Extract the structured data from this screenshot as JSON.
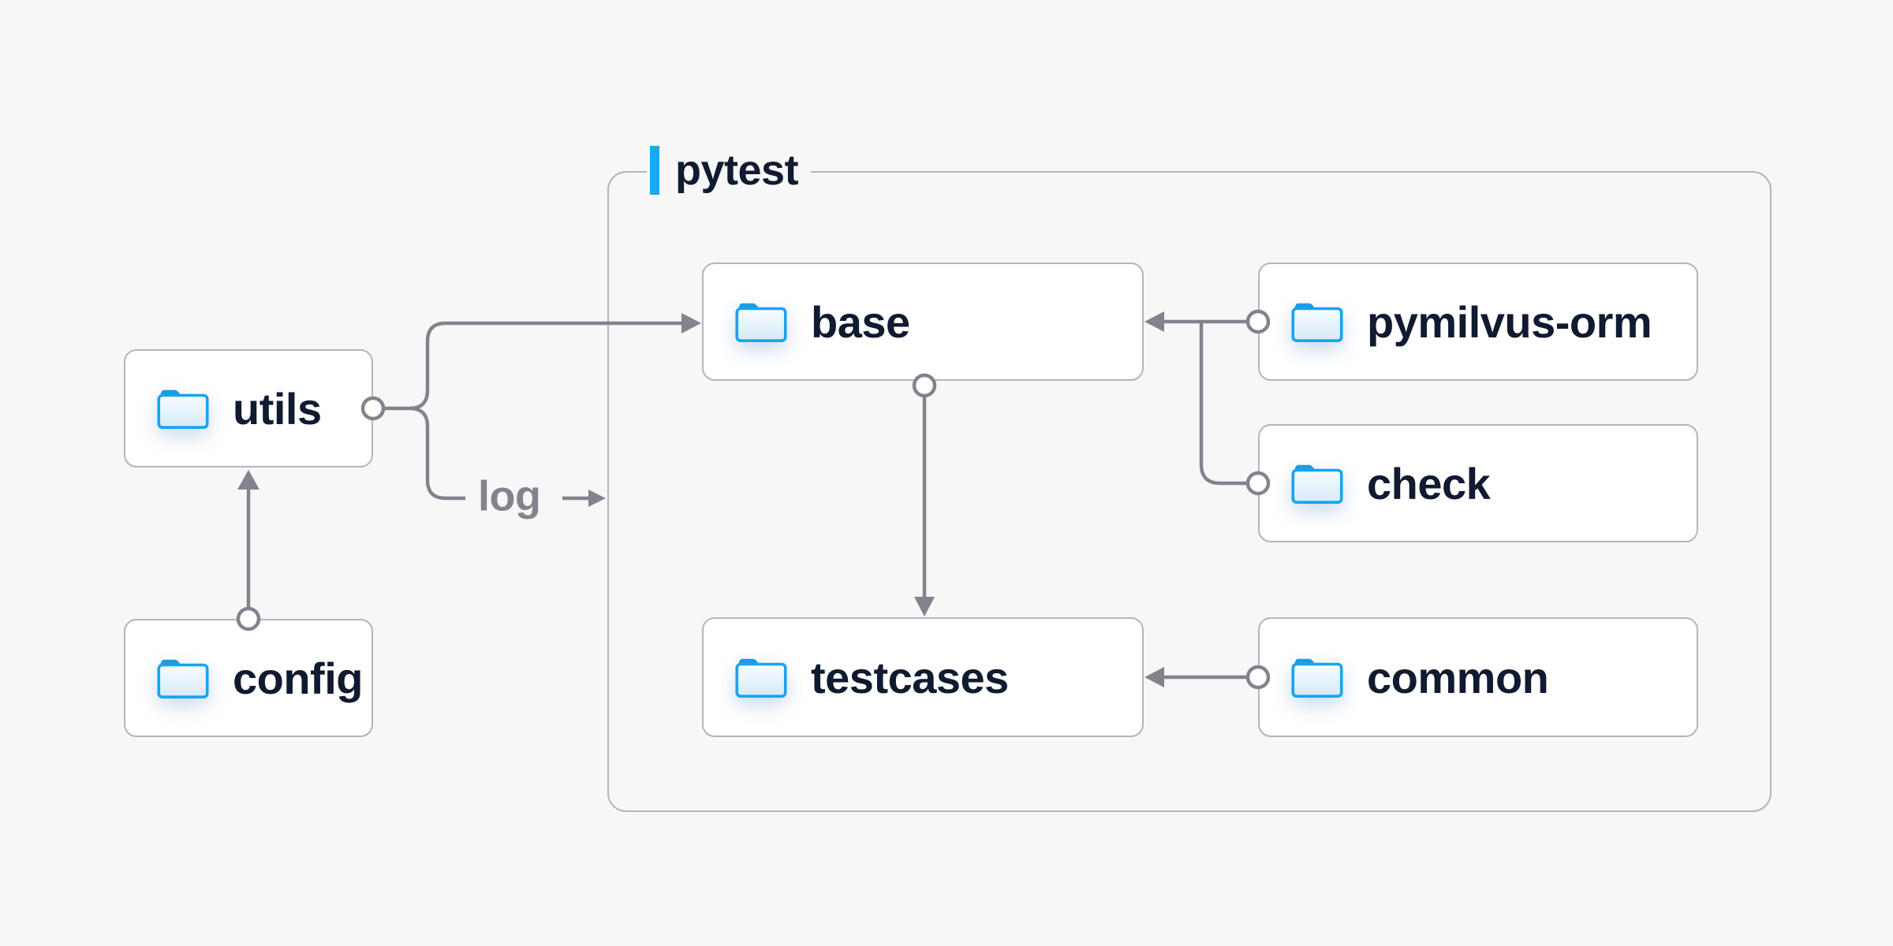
{
  "diagram": {
    "group_label": "pytest",
    "edge_label": "log",
    "nodes": {
      "utils": "utils",
      "config": "config",
      "base": "base",
      "pymilvus-orm": "pymilvus-orm",
      "check": "check",
      "testcases": "testcases",
      "common": "common"
    },
    "edges": [
      {
        "from": "config",
        "to": "utils"
      },
      {
        "from": "utils",
        "to": "base"
      },
      {
        "from": "utils",
        "to": "log",
        "label": "log"
      },
      {
        "from": "pymilvus-orm",
        "to": "base"
      },
      {
        "from": "check",
        "to": "base"
      },
      {
        "from": "base",
        "to": "testcases"
      },
      {
        "from": "common",
        "to": "testcases"
      }
    ]
  },
  "colors": {
    "bg": "#f7f7f8",
    "box-bg": "#ffffff",
    "box-border": "#b4b4bf",
    "connector": "#83838d",
    "text": "#101a30",
    "muted": "#83838d",
    "accent": "#18a8f0",
    "folder-stroke": "#18a3ef",
    "folder-tab": "#1d9ae2",
    "folder-fill-top": "#f7fcff",
    "folder-fill-bottom": "#d6eaf8"
  }
}
